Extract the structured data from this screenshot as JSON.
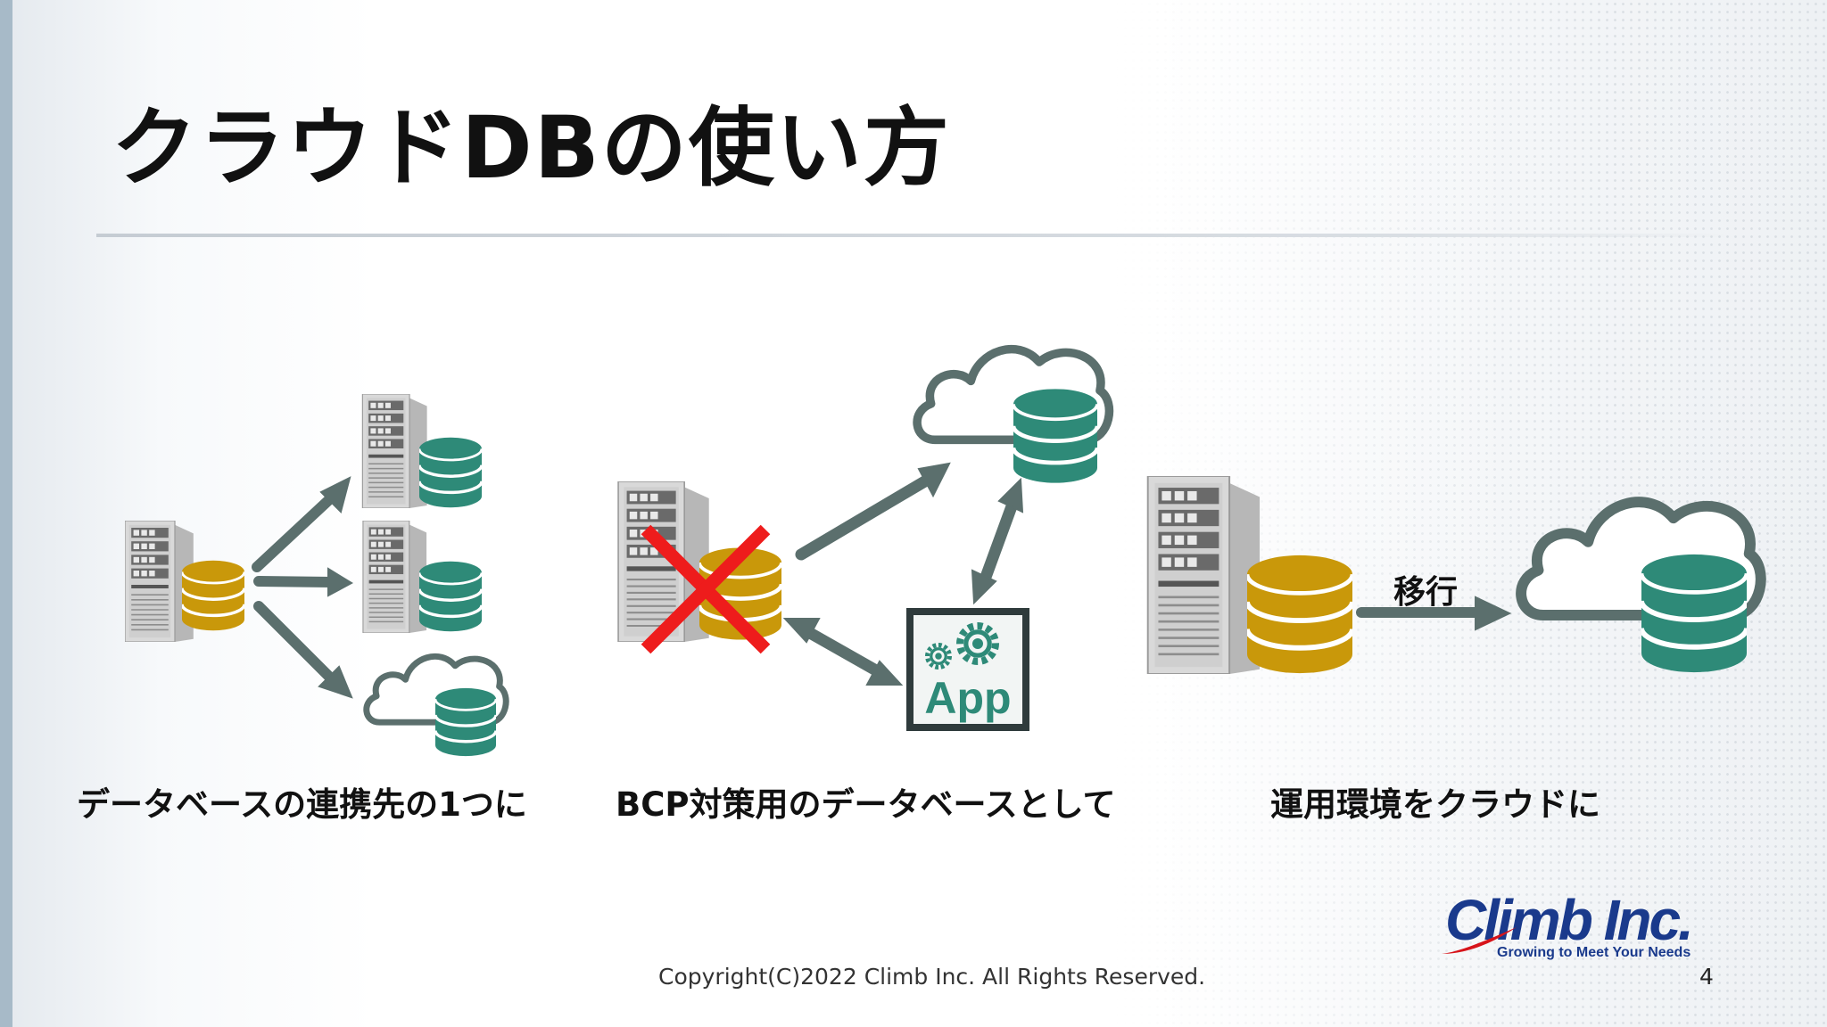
{
  "title": "クラウドDBの使い方",
  "colors": {
    "arrow": "#5b6f6d",
    "db_gold": "#c9980a",
    "db_green": "#2e8a78",
    "cross": "#ee1c1c",
    "cloud_stroke": "#5b6f6d",
    "logo_blue": "#1a3a8c",
    "logo_red": "#d7141a"
  },
  "panels": [
    {
      "caption": "データベースの連携先の1つに"
    },
    {
      "caption": "BCP対策用のデータベースとして",
      "app_label": "App"
    },
    {
      "caption": "運用環境をクラウドに",
      "arrow_label": "移行"
    }
  ],
  "footer": {
    "copyright": "Copyright(C)2022 Climb Inc. All Rights Reserved.",
    "page_number": "4"
  },
  "logo": {
    "name": "Climb Inc.",
    "tagline": "Growing to Meet Your Needs"
  }
}
